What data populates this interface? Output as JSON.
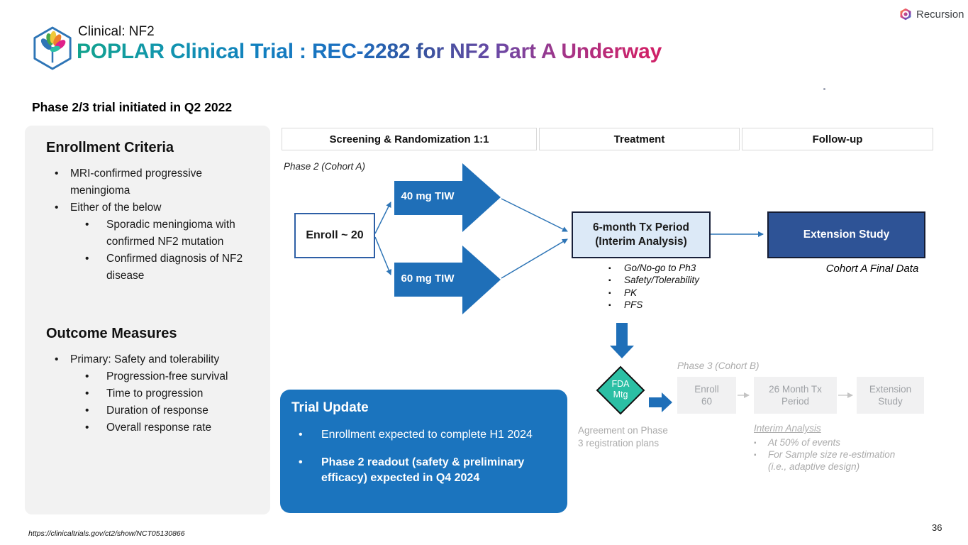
{
  "header": {
    "eyebrow": "Clinical: NF2",
    "title": "POPLAR Clinical Trial : REC-2282 for NF2 Part A Underway",
    "brand": "Recursion"
  },
  "left": {
    "heading": "Phase 2/3 trial initiated in Q2 2022",
    "enrollment": {
      "title": "Enrollment Criteria",
      "items": [
        "MRI-confirmed progressive meningioma",
        "Either of the below"
      ],
      "subitems": [
        "Sporadic meningioma with confirmed NF2 mutation",
        "Confirmed diagnosis of NF2 disease"
      ]
    },
    "outcome": {
      "title": "Outcome Measures",
      "items": [
        "Primary: Safety and tolerability"
      ],
      "subitems": [
        "Progression-free survival",
        "Time to progression",
        "Duration of response",
        "Overall response rate"
      ]
    }
  },
  "table": {
    "columns": [
      "Screening & Randomization 1:1",
      "Treatment",
      "Follow-up"
    ]
  },
  "phase2": {
    "label": "Phase 2 (Cohort A)",
    "enroll_box": "Enroll ~ 20",
    "arm1": "40 mg TIW",
    "arm2": "60 mg TIW",
    "tx_box_line1": "6-month Tx Period",
    "tx_box_line2": "(Interim Analysis)",
    "extension_box": "Extension Study",
    "extension_caption": "Cohort A Final Data",
    "interim_bullets": [
      "Go/No-go to Ph3",
      "Safety/Tolerability",
      "PK",
      "PFS"
    ]
  },
  "fda": {
    "line1": "FDA",
    "line2": "Mtg",
    "caption": "Agreement on Phase 3 registration plans"
  },
  "phase3": {
    "label": "Phase 3 (Cohort B)",
    "boxes": [
      "Enroll 60",
      "26 Month Tx Period",
      "Extension Study"
    ],
    "interim_title": "Interim Analysis",
    "interim_bullets": [
      "At 50% of events",
      "For Sample size re-estimation (i.e., adaptive design)"
    ]
  },
  "trial_update": {
    "title": "Trial Update",
    "bullets": [
      {
        "text": "Enrollment expected to complete H1 2024"
      },
      {
        "text": "Phase 2 readout (safety & preliminary efficacy) expected in Q4 2024"
      }
    ]
  },
  "footer": {
    "source": "https://clinicaltrials.gov/ct2/show/NCT05130866",
    "page": "36"
  },
  "colors": {
    "accent_blue": "#1F6FB8",
    "navy": "#2E5396",
    "light_blue_fill": "#DCE9F7",
    "teal_diamond": "#2BBFA4",
    "panel_gray": "#F2F2F2",
    "muted_gray": "#ABABAB",
    "update_blue": "#1B74BE",
    "title_gradient_start": "#12A38D",
    "title_gradient_end": "#CE2168"
  }
}
